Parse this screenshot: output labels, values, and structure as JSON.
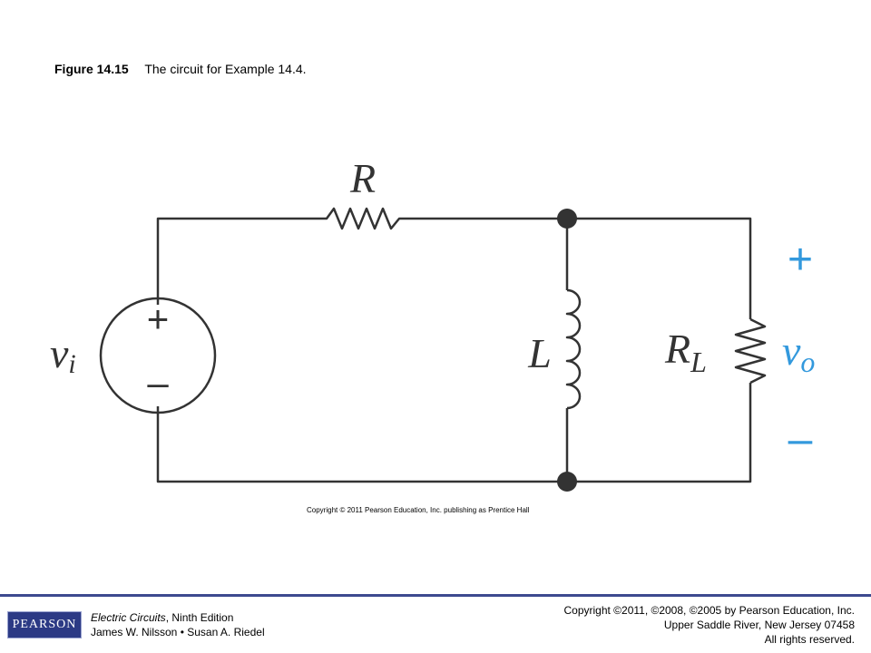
{
  "figure": {
    "number": "Figure 14.15",
    "caption": "The circuit for Example 14.4."
  },
  "circuit": {
    "source_label": "v",
    "source_subscript": "i",
    "source_plus": "+",
    "source_minus": "–",
    "resistor_label": "R",
    "inductor_label": "L",
    "load_label": "R",
    "load_subscript": "L",
    "output_label": "v",
    "output_subscript": "o",
    "output_plus": "+",
    "output_minus": "–",
    "output_color": "#3399dd"
  },
  "diagram_copyright": "Copyright © 2011 Pearson Education, Inc. publishing as Prentice Hall",
  "footer": {
    "logo_text": "PEARSON",
    "book_title": "Electric Circuits",
    "book_edition": ", Ninth Edition",
    "authors": "James W. Nilsson • Susan A. Riedel",
    "copyright_line1": "Copyright ©2011, ©2008, ©2005 by Pearson Education, Inc.",
    "copyright_line2": "Upper Saddle River, New Jersey 07458",
    "copyright_line3": "All rights reserved.",
    "rule_color": "#3d4a8f"
  }
}
